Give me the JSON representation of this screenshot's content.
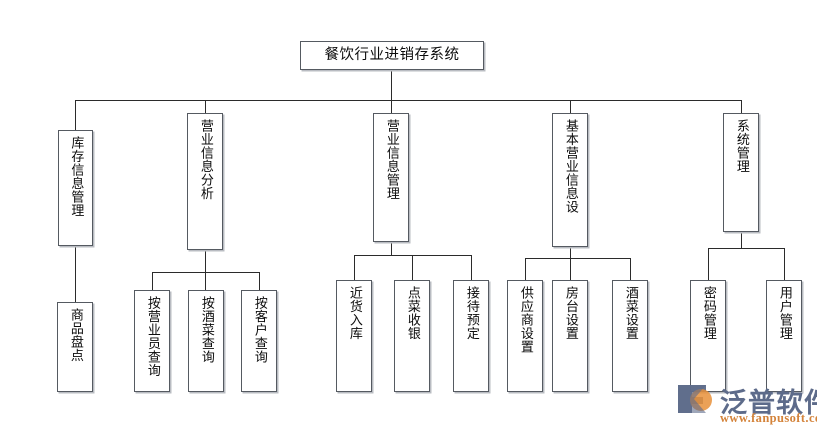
{
  "diagram": {
    "type": "org-tree",
    "title": "餐饮行业进销存系统",
    "root": {
      "label": "餐饮行业进销存系统"
    },
    "level2": [
      {
        "id": "inventory-info-management",
        "label": "库存信息管理"
      },
      {
        "id": "business-info-analysis",
        "label": "营业信息分析"
      },
      {
        "id": "business-info-management",
        "label": "营业信息管理"
      },
      {
        "id": "basic-business-info-setup",
        "label": "基本营业信息设"
      },
      {
        "id": "system-management",
        "label": "系统管理"
      }
    ],
    "level3": [
      {
        "id": "goods-stocktaking",
        "label": "商品盘点",
        "parent": "inventory-info-management"
      },
      {
        "id": "query-by-salesperson",
        "label": "按营业员查询",
        "parent": "business-info-analysis"
      },
      {
        "id": "query-by-dish",
        "label": "按酒菜查询",
        "parent": "business-info-analysis"
      },
      {
        "id": "query-by-customer",
        "label": "按客户查询",
        "parent": "business-info-analysis"
      },
      {
        "id": "goods-inbound",
        "label": "近货入库",
        "parent": "business-info-management"
      },
      {
        "id": "order-and-cashier",
        "label": "点菜收银",
        "parent": "business-info-management"
      },
      {
        "id": "reception-booking",
        "label": "接待预定",
        "parent": "business-info-management"
      },
      {
        "id": "supplier-setup",
        "label": "供应商设置",
        "parent": "basic-business-info-setup"
      },
      {
        "id": "room-table-setup",
        "label": "房台设置",
        "parent": "basic-business-info-setup"
      },
      {
        "id": "dish-setup",
        "label": "酒菜设置",
        "parent": "basic-business-info-setup"
      },
      {
        "id": "password-management",
        "label": "密码管理",
        "parent": "system-management"
      },
      {
        "id": "user-management",
        "label": "用户管理",
        "parent": "system-management"
      }
    ]
  },
  "watermark": {
    "brand": "泛普软件",
    "url": "www.fanpusoft.com",
    "logo_icon": "fanpu-arrow-logo-icon",
    "brand_color": "#5d6b8a",
    "url_color": "#d4833a",
    "accent_color": "#e8913a"
  },
  "colors": {
    "background": "#ffffff",
    "box_border": "#555a61",
    "box_shadow": "#b9bcc2",
    "connector": "#2b2b2b",
    "text": "#0c0c0c"
  }
}
